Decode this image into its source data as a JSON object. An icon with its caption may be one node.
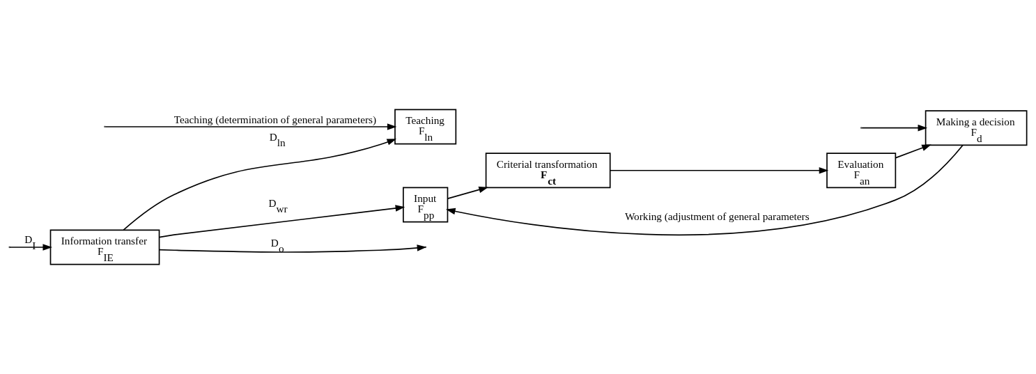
{
  "diagram": {
    "nodes": [
      {
        "text": [
          "Information transfer",
          "F$_{IE}$"
        ]
      },
      {
        "text": [
          "Teaching",
          "F$_{ln}$"
        ]
      },
      {
        "text": [
          "Input",
          "F$_{pp}$"
        ]
      },
      {
        "text": [
          "Criterial transformation",
          "**F$_{ct}$**"
        ]
      },
      {
        "text": [
          "Evaluation",
          "F$_{an}$"
        ]
      },
      {
        "text": [
          "Making a decision",
          "F$_{d}$"
        ]
      }
    ],
    "edges": [
      {
        "from": 0,
        "to": null,
        "arrow": "to",
        "label": "D$_{o}$"
      },
      {
        "from": null,
        "to": 0,
        "arrow": "to",
        "label": "D$_{I}$"
      },
      {
        "from": 0,
        "to": 1,
        "arrow": "to",
        "label": "D$_{ln}$"
      },
      {
        "from": 0,
        "to": 2,
        "arrow": "to",
        "label": "D$_{wr}$"
      },
      {
        "from": 2,
        "to": 3,
        "arrow": "to"
      },
      {
        "from": 3,
        "to": 4,
        "arrow": "to"
      },
      {
        "from": 4,
        "to": 5,
        "arrow": "to"
      },
      {
        "from": 5,
        "to": 2,
        "arrow": "to",
        "label": "Working (adjustment of general parameters"
      },
      {
        "from": null,
        "to": 1,
        "arrow": "to",
        "label": "Teaching (determination of general parameters)"
      },
      {
        "from": null,
        "to": 5,
        "arrow": "to"
      }
    ]
  }
}
